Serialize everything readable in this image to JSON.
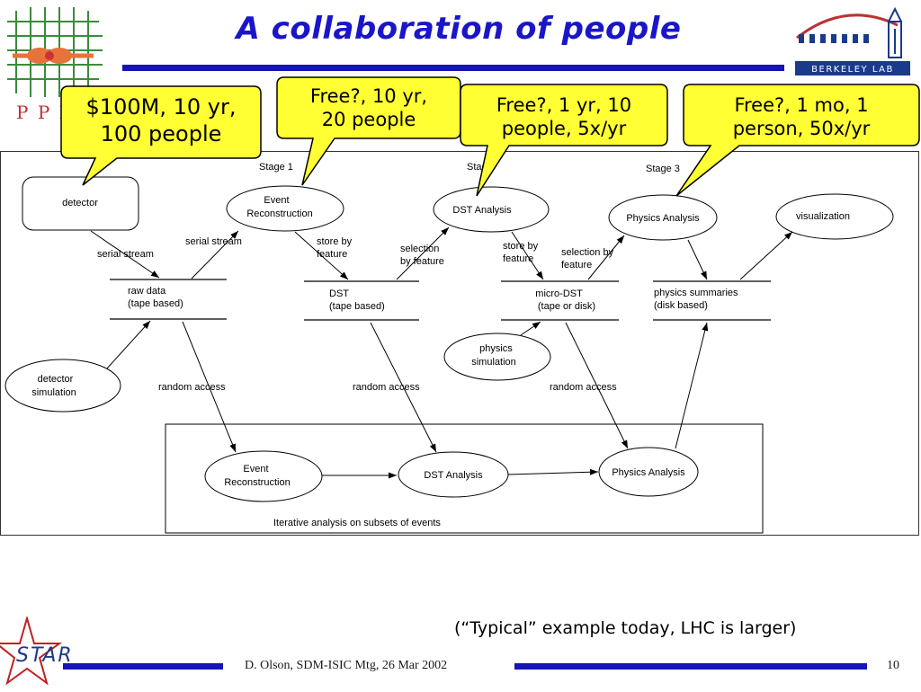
{
  "slide": {
    "title": "A collaboration of people",
    "note": "(“Typical” example today, LHC is larger)",
    "footer": "D. Olson, SDM-ISIC Mtg, 26 Mar 2002",
    "page_number": "10"
  },
  "logos": {
    "ppi_text": "P P I",
    "berkeley_text": "BERKELEY LAB",
    "star_text": "STAR"
  },
  "callouts": [
    {
      "line1": "$100M, 10 yr,",
      "line2": "100 people"
    },
    {
      "line1": "Free?, 10 yr,",
      "line2": "20 people"
    },
    {
      "line1": "Free?, 1 yr, 10",
      "line2": "people, 5x/yr"
    },
    {
      "line1": "Free?, 1 mo, 1",
      "line2": "person, 50x/yr"
    }
  ],
  "diagram": {
    "stage_labels": [
      "Stage 1",
      "Stag",
      "Stage 3"
    ],
    "nodes": {
      "detector": "detector",
      "event_reco": [
        "Event",
        "Reconstruction"
      ],
      "dst_analysis": "DST Analysis",
      "physics_analysis": "Physics Analysis",
      "visualization": "visualization",
      "detector_sim": [
        "detector",
        "simulation"
      ],
      "physics_sim": [
        "physics",
        "simulation"
      ],
      "iter_event_reco": [
        "Event",
        "Reconstruction"
      ],
      "iter_dst_analysis": "DST Analysis",
      "iter_physics_analysis": "Physics Analysis"
    },
    "stores": {
      "raw_data": [
        "raw data",
        "(tape based)"
      ],
      "dst": [
        "DST",
        "(tape based)"
      ],
      "micro_dst": [
        "micro-DST",
        "(tape or disk)"
      ],
      "physics_summaries": [
        "physics summaries",
        "(disk based)"
      ]
    },
    "edge_labels": {
      "serial_stream_1": "serial stream",
      "serial_stream_2": "serial stream",
      "store_by_feature_1": [
        "store by",
        "feature"
      ],
      "selection_by_feature_1": [
        "selection",
        "by feature"
      ],
      "store_by_feature_2": [
        "store by",
        "feature"
      ],
      "selection_by_feature_2": [
        "selection by",
        "feature"
      ],
      "random_access_1": "random access",
      "random_access_2": "random access",
      "random_access_3": "random access"
    },
    "iterative_caption": "Iterative analysis on subsets of events"
  }
}
